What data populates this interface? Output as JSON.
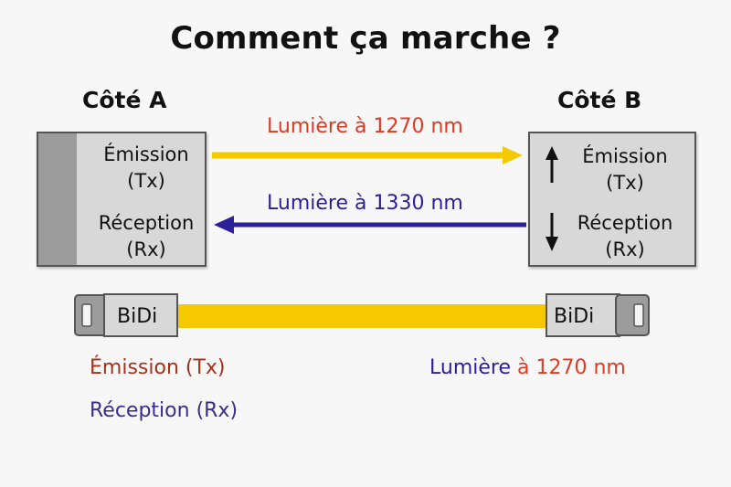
{
  "title": "Comment ça marche ?",
  "side_a": {
    "label": "Côté A",
    "tx_line1": "Émission",
    "tx_line2": "(Tx)",
    "rx_line1": "Réception",
    "rx_line2": "(Rx)"
  },
  "side_b": {
    "label": "Côté B",
    "tx_line1": "Émission",
    "tx_line2": "(Tx)",
    "rx_line1": "Réception",
    "rx_line2": "(Rx)"
  },
  "beams": [
    {
      "label": "Lumière à 1270 nm",
      "direction": "A-to-B",
      "color": "#f6c800"
    },
    {
      "label": "Lumière à 1330 nm",
      "direction": "B-to-A",
      "color": "#2c1f9a"
    }
  ],
  "cable": {
    "label_left": "BiDi",
    "label_right": "BiDi",
    "color": "#f6c800"
  },
  "legend": {
    "tx": "Émission (Tx)",
    "rx": "Réception (Rx)",
    "right_word": "Lumière",
    "right_rest": " à 1270 nm"
  },
  "colors": {
    "tx_text": "#a2331b",
    "rx_text": "#3a2d8a",
    "beam_label_red": "#e03a22",
    "beam_label_blue": "#2c1f9a"
  }
}
